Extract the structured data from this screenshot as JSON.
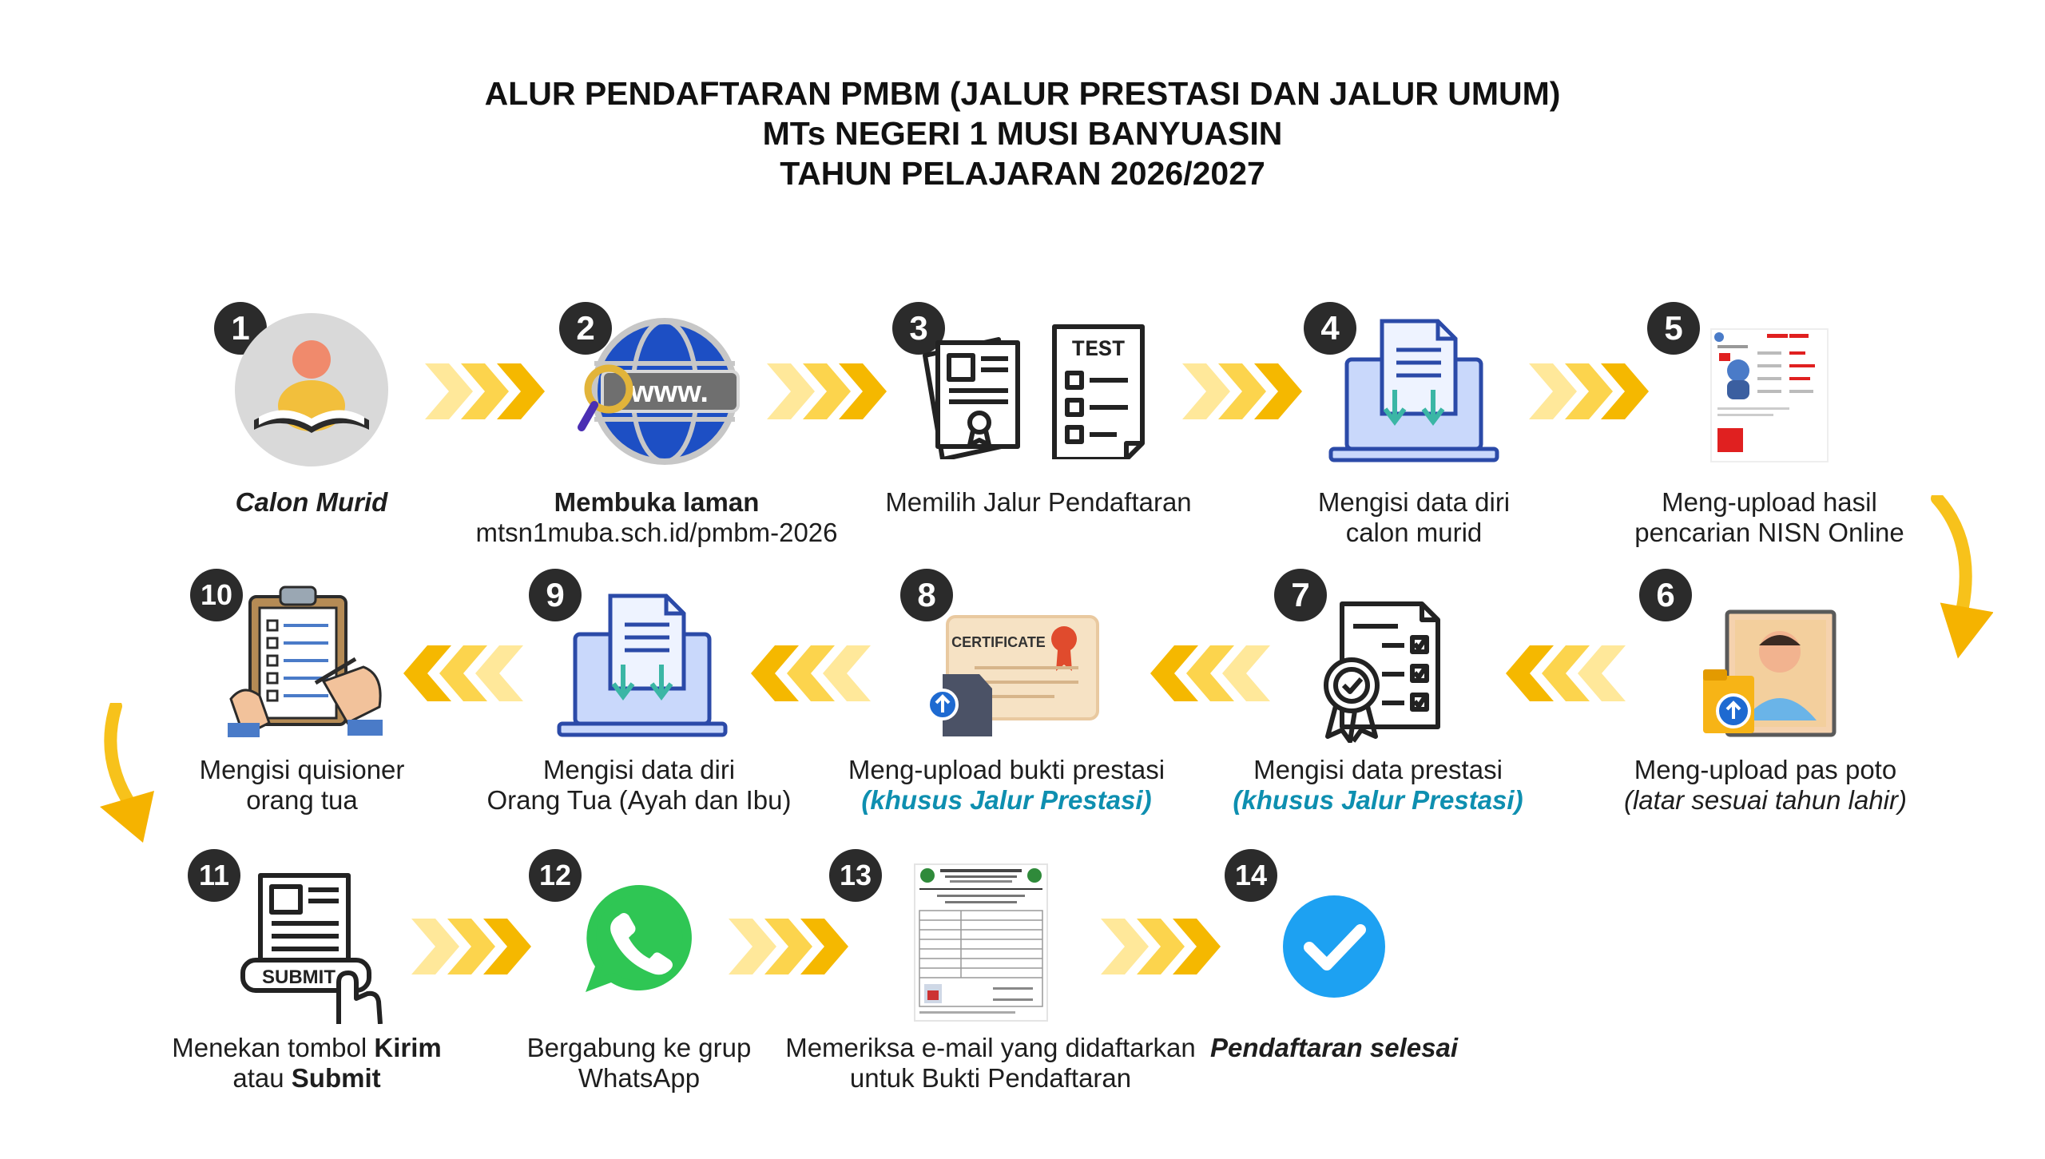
{
  "title": {
    "line1": "ALUR PENDAFTARAN PMBM (JALUR PRESTASI DAN JALUR UMUM)",
    "line2": "MTs NEGERI 1 MUSI BANYUASIN",
    "line3": "TAHUN PELAJARAN 2026/2027"
  },
  "colors": {
    "badge": "#2b2b2b",
    "chevron": "#f7c21b",
    "accent_teal": "#0e8fb0",
    "check": "#1da1f2"
  },
  "steps": [
    {
      "num": "1",
      "icon": "student-reading-icon",
      "line1": "Calon Murid",
      "line2": ""
    },
    {
      "num": "2",
      "icon": "www-globe-icon",
      "line1": "Membuka laman",
      "line2": "mtsn1muba.sch.id/pmbm-2026"
    },
    {
      "num": "3",
      "icon": "document-test-icon",
      "line1": "Memilih Jalur Pendaftaran",
      "line2": ""
    },
    {
      "num": "4",
      "icon": "laptop-download-icon",
      "line1": "Mengisi data diri",
      "line2": "calon murid"
    },
    {
      "num": "5",
      "icon": "nisn-document-icon",
      "line1": "Meng-upload hasil",
      "line2": "pencarian NISN Online"
    },
    {
      "num": "6",
      "icon": "photo-upload-icon",
      "line1": "Meng-upload pas poto",
      "line2": "(latar sesuai tahun lahir)"
    },
    {
      "num": "7",
      "icon": "checklist-badge-icon",
      "line1": "Mengisi data prestasi",
      "line2": "(khusus Jalur Prestasi)"
    },
    {
      "num": "8",
      "icon": "certificate-upload-icon",
      "line1": "Meng-upload bukti prestasi",
      "line2": "(khusus Jalur Prestasi)"
    },
    {
      "num": "9",
      "icon": "laptop-download-icon",
      "line1": "Mengisi data diri",
      "line2": "Orang Tua (Ayah dan Ibu)"
    },
    {
      "num": "10",
      "icon": "clipboard-questionnaire-icon",
      "line1": "Mengisi quisioner",
      "line2": "orang tua"
    },
    {
      "num": "11",
      "icon": "submit-button-icon",
      "line1a": "Menekan tombol ",
      "line1b": "Kirim",
      "line2a": "atau ",
      "line2b": "Submit"
    },
    {
      "num": "12",
      "icon": "whatsapp-icon",
      "line1": "Bergabung ke grup",
      "line2": "WhatsApp"
    },
    {
      "num": "13",
      "icon": "registration-proof-icon",
      "line1": "Memeriksa e-mail yang didaftarkan",
      "line2": "untuk Bukti Pendaftaran"
    },
    {
      "num": "14",
      "icon": "check-circle-icon",
      "line1": "Pendaftaran selesai",
      "line2": ""
    }
  ],
  "icon_text": {
    "www": "www.",
    "test": "TEST",
    "certificate": "CERTIFICATE",
    "submit": "SUBMIT"
  }
}
